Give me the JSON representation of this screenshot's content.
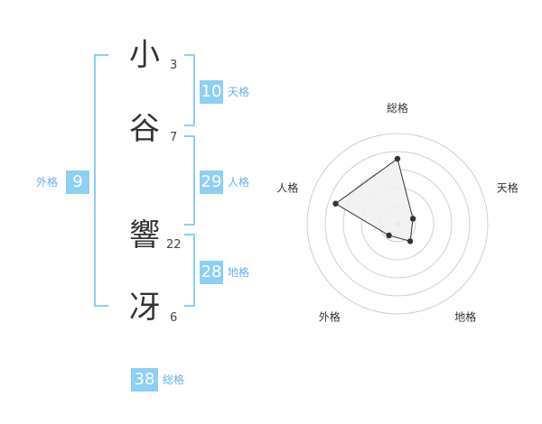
{
  "name": {
    "chars": [
      {
        "char": "小",
        "strokes": "3"
      },
      {
        "char": "谷",
        "strokes": "7"
      },
      {
        "char": "響",
        "strokes": "22"
      },
      {
        "char": "冴",
        "strokes": "6"
      }
    ]
  },
  "kakusu": {
    "ten": {
      "value": "10",
      "label": "天格"
    },
    "jin": {
      "value": "29",
      "label": "人格"
    },
    "chi": {
      "value": "28",
      "label": "地格"
    },
    "gai": {
      "value": "9",
      "label": "外格"
    },
    "sou": {
      "value": "38",
      "label": "総格"
    }
  },
  "chart_data": {
    "type": "radar",
    "axes": [
      "総格",
      "天格",
      "地格",
      "外格",
      "人格"
    ],
    "values": [
      3.6,
      0.9,
      1.2,
      0.8,
      3.6
    ],
    "range": [
      0,
      5
    ],
    "rings": 5,
    "grid": true,
    "colors": {
      "fill": "#f0f0f0",
      "line": "#333333",
      "ring": "#d0d0d0"
    }
  },
  "colors": {
    "accent": "#8dcff5",
    "label": "#6ab0e0"
  }
}
